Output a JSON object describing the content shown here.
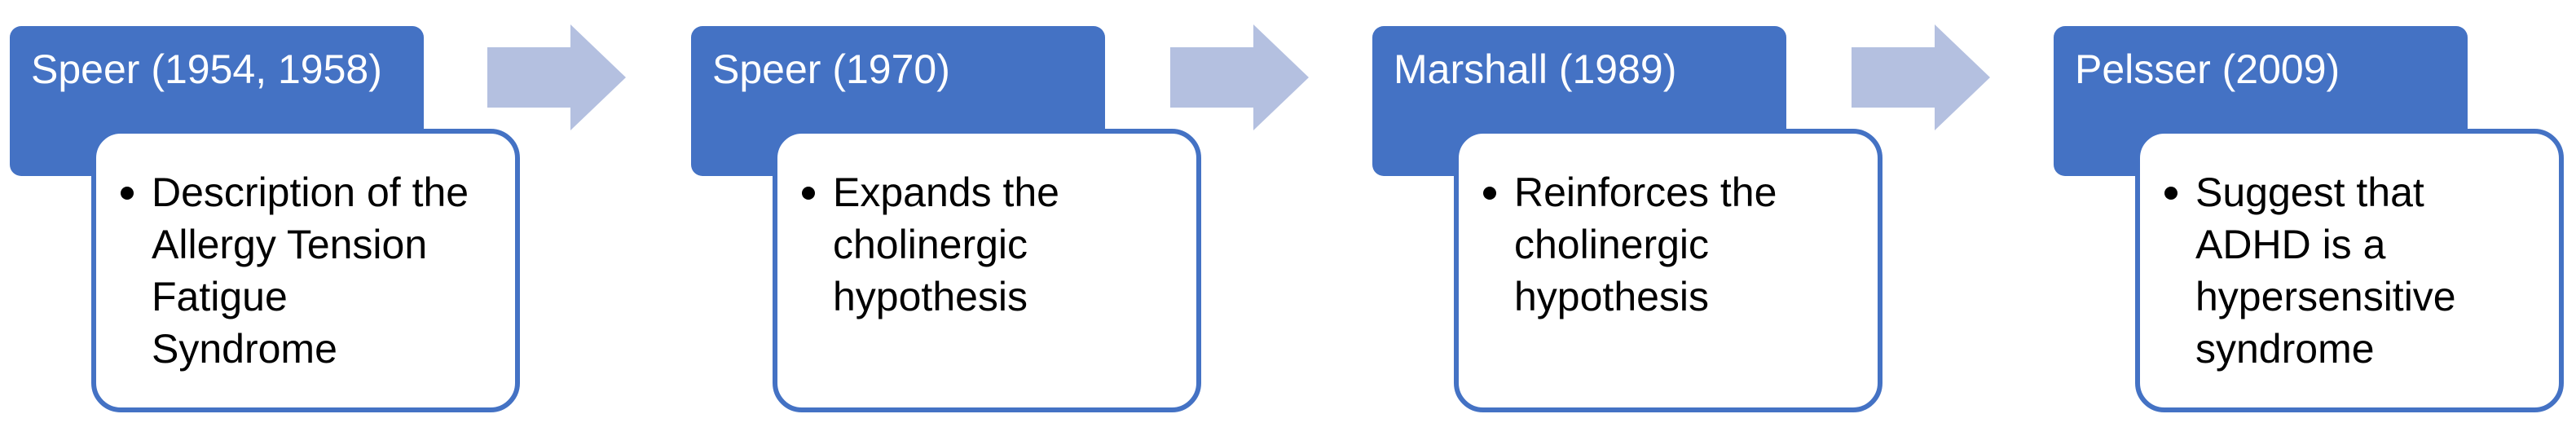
{
  "colors": {
    "header_fill": "#4472c4",
    "card_border": "#4472c4",
    "arrow_fill": "#b4c0e0",
    "text_dark": "#000000",
    "text_light": "#ffffff"
  },
  "steps": [
    {
      "header": "Speer (1954, 1958)",
      "body": "Description of the Allergy Tension Fatigue Syndrome"
    },
    {
      "header": "Speer (1970)",
      "body": "Expands the cholinergic hypothesis"
    },
    {
      "header": "Marshall (1989)",
      "body": "Reinforces the cholinergic hypothesis"
    },
    {
      "header": "Pelsser (2009)",
      "body": "Suggest that ADHD is a hypersensitive syndrome"
    }
  ]
}
